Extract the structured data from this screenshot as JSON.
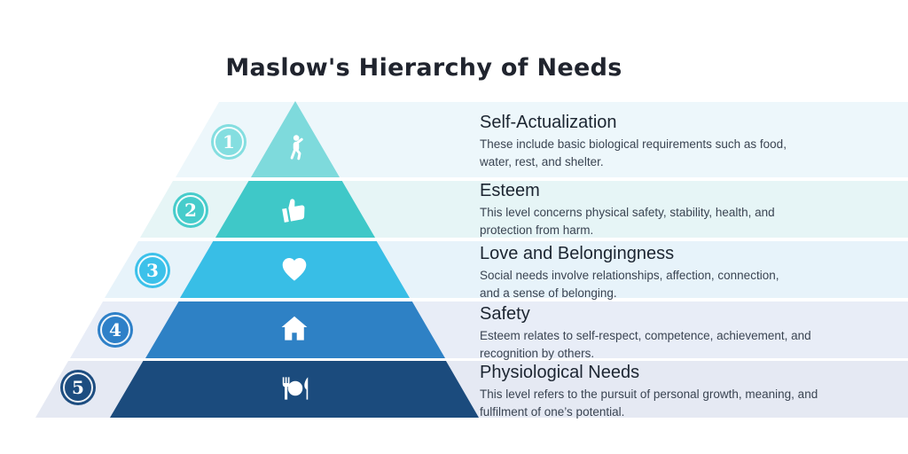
{
  "title": "Maslow's Hierarchy of Needs",
  "levels": [
    {
      "number": "1",
      "name": "Self-Actualization",
      "desc_line1": "These include basic biological requirements such as food,",
      "desc_line2": "water, rest, and shelter.",
      "icon": "person-running-icon",
      "segment_color": "#7edadc",
      "badge_color": "#84dee0",
      "band_color": "#edf7fb"
    },
    {
      "number": "2",
      "name": "Esteem",
      "desc_line1": "This level concerns physical safety, stability, health, and",
      "desc_line2": "protection from harm.",
      "icon": "thumbs-up-icon",
      "segment_color": "#3fc8c8",
      "badge_color": "#46cccb",
      "band_color": "#e6f5f6"
    },
    {
      "number": "3",
      "name": "Love and Belongingness",
      "desc_line1": "Social needs involve relationships, affection, connection,",
      "desc_line2": "and a sense of belonging.",
      "icon": "heart-icon",
      "segment_color": "#38bee6",
      "badge_color": "#3cc1ea",
      "band_color": "#e7f3fa"
    },
    {
      "number": "4",
      "name": "Safety",
      "desc_line1": "Esteem relates to self-respect, competence, achievement, and",
      "desc_line2": "recognition by others.",
      "icon": "house-icon",
      "segment_color": "#2e81c5",
      "badge_color": "#2e80c8",
      "band_color": "#e8edf7"
    },
    {
      "number": "5",
      "name": "Physiological Needs",
      "desc_line1": "This level refers to the pursuit of personal growth, meaning, and",
      "desc_line2": "fulfilment of one’s potential.",
      "icon": "dining-icon",
      "segment_color": "#1b4b7d",
      "badge_color": "#1d4d80",
      "band_color": "#e5e9f3"
    }
  ],
  "icon_color": "#ffffff",
  "title_color": "#20242e"
}
